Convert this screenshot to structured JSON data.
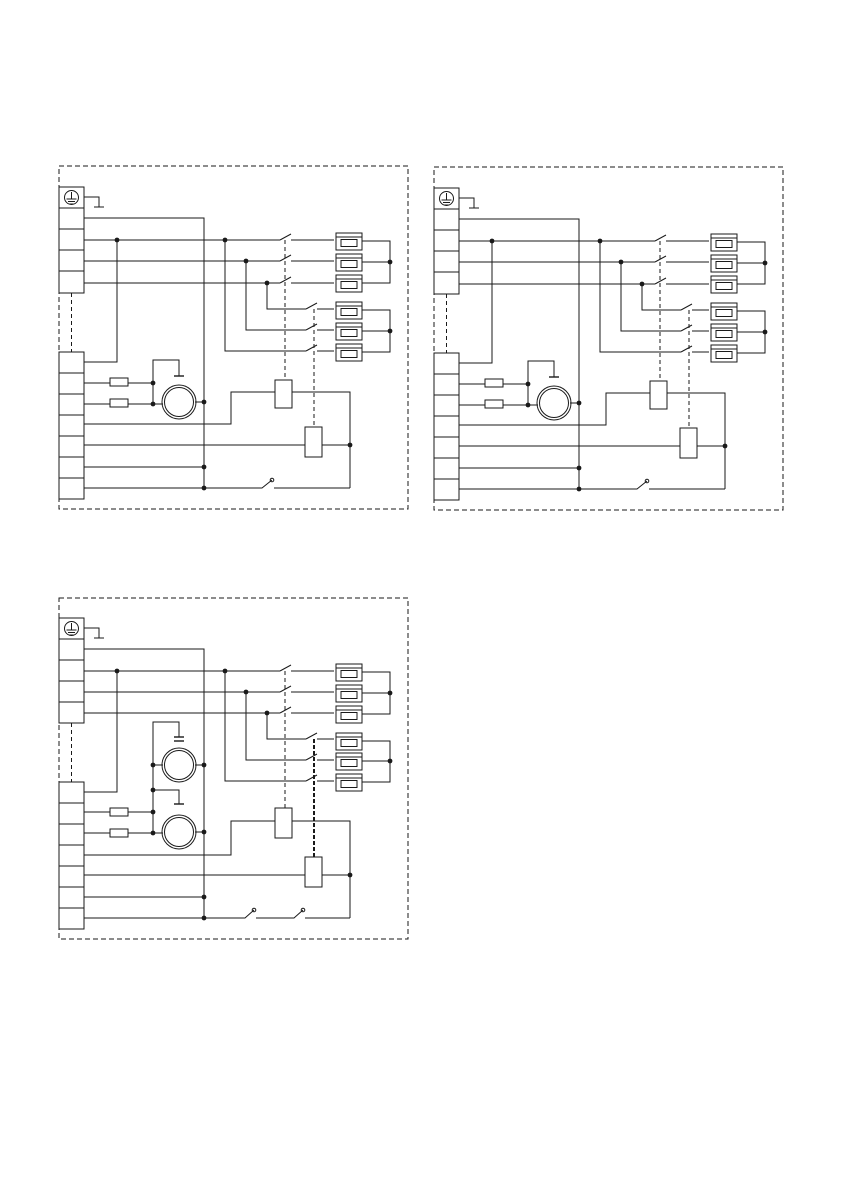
{
  "page": {
    "background": "#ffffff"
  },
  "colors": {
    "line": "#1a1a1a"
  },
  "diagrams": [
    {
      "id": "diagram-1",
      "motors": 1,
      "series_contacts": 1
    },
    {
      "id": "diagram-2",
      "motors": 1,
      "series_contacts": 1
    },
    {
      "id": "diagram-3",
      "motors": 2,
      "series_contacts": 2
    }
  ],
  "icons": {
    "earth": "protective-earth-icon"
  }
}
